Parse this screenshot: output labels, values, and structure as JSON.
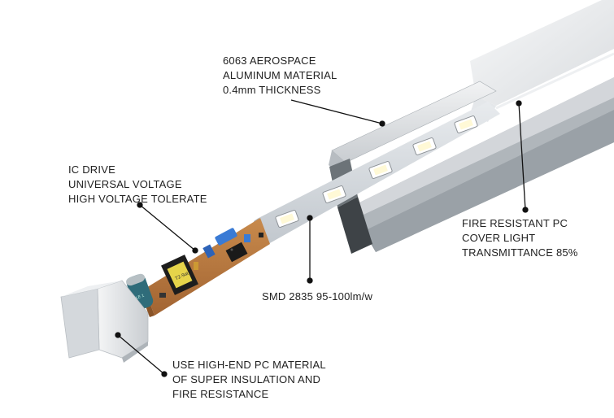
{
  "callouts": {
    "aluminum": {
      "lines": [
        "6063 AEROSPACE",
        "ALUMINUM MATERIAL",
        "0.4mm THICKNESS"
      ]
    },
    "ic_drive": {
      "lines": [
        "IC DRIVE",
        "UNIVERSAL VOLTAGE",
        "HIGH VOLTAGE TOLERATE"
      ]
    },
    "pc_cover": {
      "lines": [
        "FIRE RESISTANT PC",
        "COVER LIGHT",
        "TRANSMITTANCE 85%"
      ]
    },
    "smd": {
      "lines": [
        "SMD 2835 95-100lm/w"
      ]
    },
    "end_cap": {
      "lines": [
        "USE HIGH-END PC MATERIAL",
        "OF SUPER INSULATION AND",
        "FIRE RESISTANCE"
      ]
    }
  },
  "component_markings": {
    "transformer": "T2-9at",
    "capacitor": "LE 1"
  },
  "colors": {
    "aluminum_light": "#dde0e3",
    "aluminum_dark": "#9aa0a6",
    "pcb": "#b9793f",
    "led_strip": "#d6dbe0",
    "end_cap": "#e6e8ea",
    "leader": "#111111"
  }
}
